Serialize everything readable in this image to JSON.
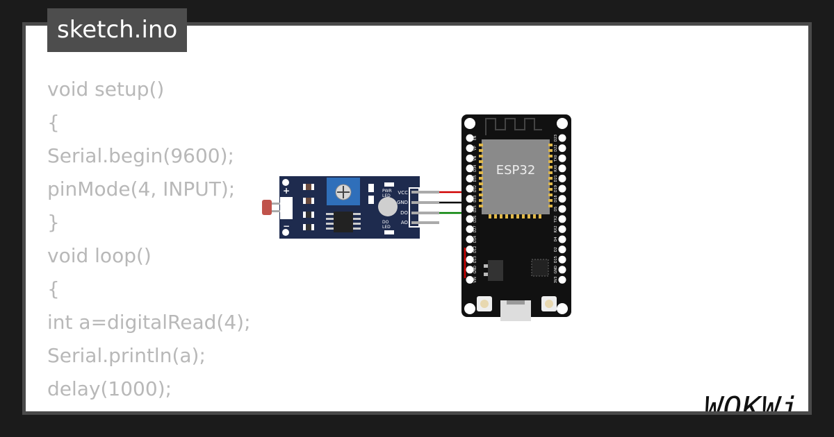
{
  "tab": {
    "filename": "sketch.ino"
  },
  "code_lines": [
    "void setup()",
    "{",
    "Serial.begin(9600);",
    "pinMode(4, INPUT);",
    "}",
    "void loop()",
    "{",
    "int a=digitalRead(4);",
    "Serial.println(a);",
    "delay(1000);",
    "}"
  ],
  "sensor": {
    "pin_labels": [
      "VCC",
      "GND",
      "DO",
      "AO"
    ],
    "pwr_led_label": "PWR\nLED",
    "do_led_label": "DO\nLED",
    "plus": "+",
    "minus": "−"
  },
  "esp32": {
    "chip_label": "ESP32",
    "left_pins": [
      "EN",
      "VP",
      "VN",
      "D34",
      "D35",
      "D32",
      "D33",
      "D25",
      "D26",
      "D27",
      "D14",
      "D12",
      "D13",
      "GND",
      "VIN"
    ],
    "right_pins": [
      "D23",
      "D22",
      "TX0",
      "RX0",
      "D21",
      "D19",
      "D18",
      "D5",
      "TX2",
      "RX2",
      "D4",
      "D2",
      "D15",
      "GND",
      "3V3"
    ]
  },
  "wires": {
    "vcc_color": "#d00000",
    "gnd_color": "#000000",
    "do_color": "#008000"
  },
  "brand": {
    "logo": "WOKWi"
  }
}
